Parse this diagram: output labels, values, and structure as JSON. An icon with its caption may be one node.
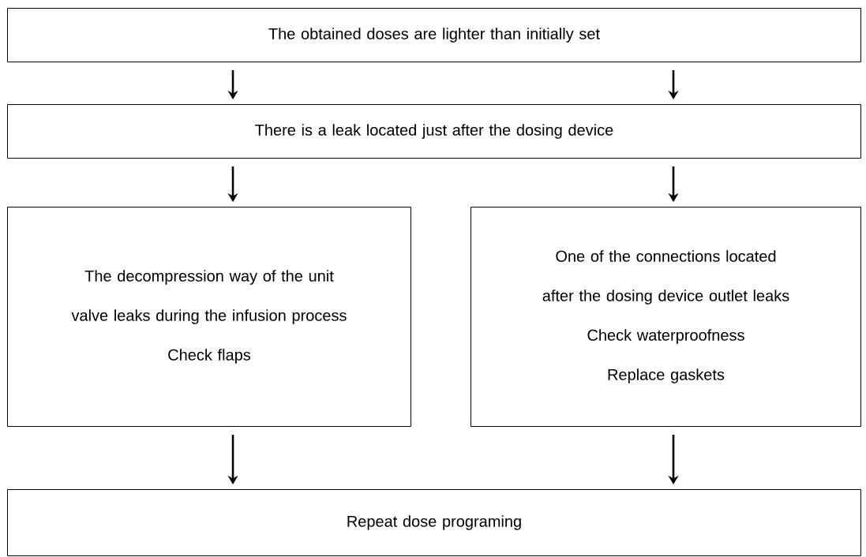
{
  "diagram": {
    "nodes": [
      {
        "text": [
          "The obtained doses are lighter than initially set"
        ]
      },
      {
        "text": [
          "There is a leak located just after the dosing device"
        ]
      },
      {
        "text": [
          "The decompression way of the unit valve leaks during the infusion process",
          "Check flaps"
        ]
      },
      {
        "text": [
          "One of the connections located after the dosing device outlet leaks",
          "Check waterproofness",
          "Replace gaskets"
        ]
      },
      {
        "text": [
          "Repeat dose programing"
        ]
      }
    ],
    "edges": [
      {
        "from": 0,
        "to": 1,
        "arrow": "to"
      },
      {
        "from": 0,
        "to": 1,
        "arrow": "to"
      },
      {
        "from": 1,
        "to": 2,
        "arrow": "to"
      },
      {
        "from": 1,
        "to": 3,
        "arrow": "to"
      },
      {
        "from": 2,
        "to": 4,
        "arrow": "to"
      },
      {
        "from": 3,
        "to": 4,
        "arrow": "to"
      }
    ]
  }
}
